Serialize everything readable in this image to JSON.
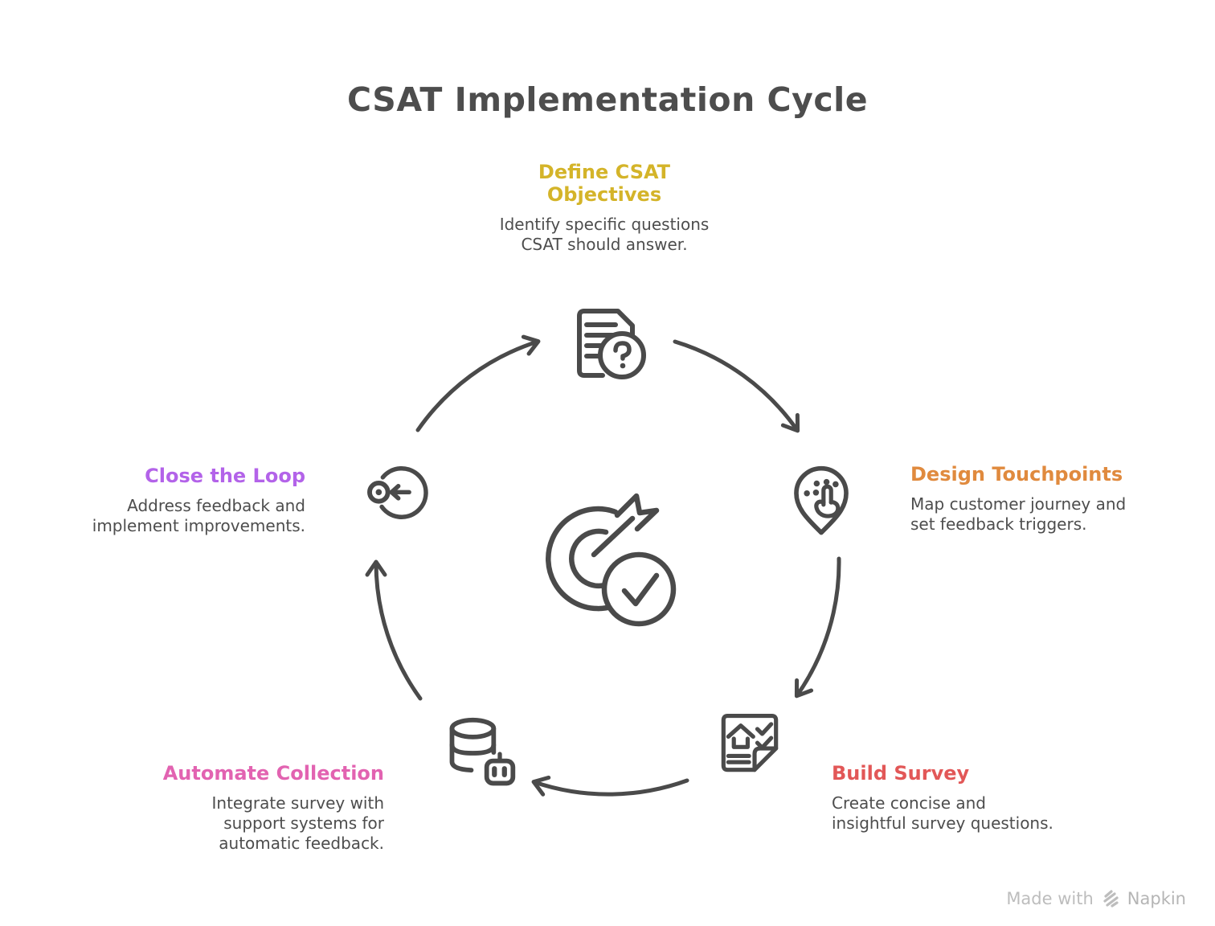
{
  "title": "CSAT Implementation Cycle",
  "colors": {
    "ink": "#4a4a4a",
    "text": "#4d4d4d",
    "background": "#ffffff",
    "watermark": "#bdbdbd"
  },
  "nodes": {
    "define": {
      "label": "Define CSAT\nObjectives",
      "description": "Identify specific questions\nCSAT should answer.",
      "color": "#d4b429",
      "icon": "document-question-icon"
    },
    "touchpoints": {
      "label": "Design Touchpoints",
      "description": "Map customer journey and\nset feedback triggers.",
      "color": "#e08a3e",
      "icon": "map-pin-tap-icon"
    },
    "survey": {
      "label": "Build Survey",
      "description": "Create concise and\ninsightful survey questions.",
      "color": "#e25757",
      "icon": "survey-checklist-icon"
    },
    "automate": {
      "label": "Automate Collection",
      "description": "Integrate survey with\nsupport systems for\nautomatic feedback.",
      "color": "#e263b1",
      "icon": "database-robot-icon"
    },
    "loop": {
      "label": "Close the Loop",
      "description": "Address feedback and\nimplement improvements.",
      "color": "#b363e9",
      "icon": "loop-target-icon"
    }
  },
  "center_icon": "target-check-icon",
  "watermark": {
    "text": "Made with",
    "brand": "Napkin"
  }
}
